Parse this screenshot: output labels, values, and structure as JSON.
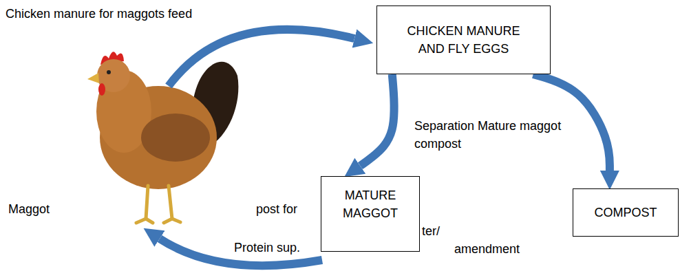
{
  "diagram": {
    "nodes": [
      {
        "text": [
          "CHICKEN MANURE AND FLY EGGS"
        ]
      },
      {
        "text": [
          "MATURE MAGGOT"
        ]
      },
      {
        "text": [
          "COMPOST"
        ]
      }
    ],
    "edges": [
      {
        "from": 0,
        "to": 1,
        "arrow": "to",
        "label": "Separation Mature maggot compost"
      },
      {
        "from": 0,
        "to": 2,
        "arrow": "to"
      }
    ],
    "labels": [
      "Chicken manure for maggots feed",
      "Maggot",
      "post for",
      "Protein sup.",
      "ter/",
      "amendment"
    ]
  }
}
